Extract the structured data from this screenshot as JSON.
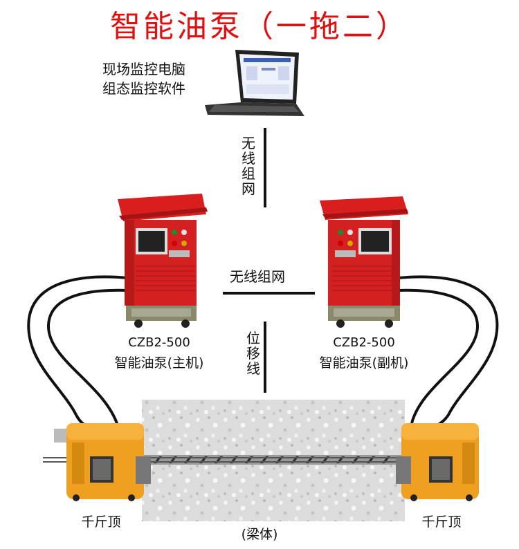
{
  "title": "智能油泵（一拖二）",
  "laptop": {
    "line1": "现场监控电脑",
    "line2": "组态监控软件"
  },
  "links": {
    "wireless_vertical": "无线组网",
    "wireless_horizontal": "无线组网",
    "displacement": "位移线"
  },
  "pumps": {
    "master": {
      "model": "CZB2-500",
      "name": "智能油泵(主机)"
    },
    "slave": {
      "model": "CZB2-500",
      "name": "智能油泵(副机)"
    }
  },
  "jacks": {
    "left": "千斤顶",
    "right": "千斤顶"
  },
  "beam": "(梁体)"
}
